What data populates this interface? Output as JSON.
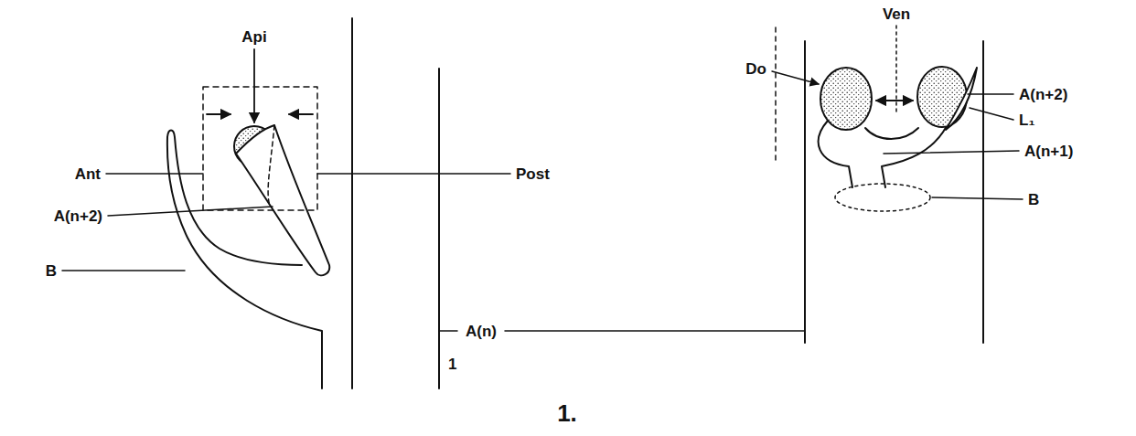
{
  "diagram": {
    "caption": "1.",
    "labels": [
      "Api",
      "Ant",
      "A(n+2)",
      "B",
      "Post",
      "A(n)",
      "1",
      "Ven",
      "Do",
      "A(n+2)",
      "L₁",
      "A(n+1)",
      "B"
    ]
  }
}
